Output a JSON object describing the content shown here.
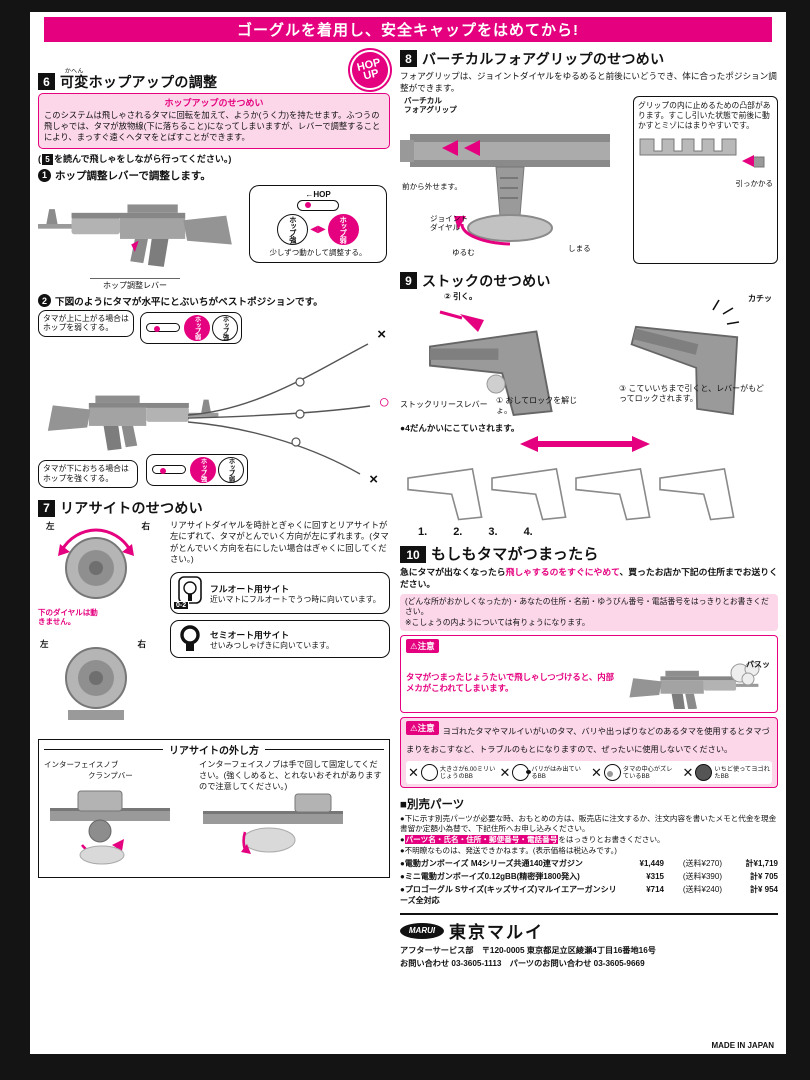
{
  "banner": {
    "text": "ゴーグルを着用し、安全キャップをはめてから!"
  },
  "section6": {
    "num": "6",
    "ruby": "かへん",
    "ruby_base": "可変",
    "title_rest": "ホップアップの調整",
    "badge_top": "HOP",
    "badge_bottom": "UP",
    "info_title": "ホップアップのせつめい",
    "info_text": "このシステムは飛しゃされるタマに回転を加えて、ようか(うく力)を持たせます。ふつうの飛しゃでは、タマが放物線(下に落ちること)になってしまいますが、レバーで調整することにより、まっすぐ遠くへタマをとばすことができます。",
    "note_prefix": "(",
    "note_num": "5",
    "note_suffix": "を読んで飛しゃをしながら行ってください。)",
    "step1_num": "1",
    "step1_text": "ホップ調整レバーで調整します。",
    "lever_label": "ホップ調整レバー",
    "hop_slider_label": "←HOP",
    "hop_strong": "ホップ強",
    "hop_weak": "ホップ弱",
    "adjust_note": "少しずつ動かして調整する。",
    "step2_num": "2",
    "step2_text": "下図のようにタマが水平にとぶいちがベストポジションです。",
    "up_note": "タマが上に上がる場合はホップを弱くする。",
    "down_note": "タマが下におちる場合はホップを強くする。",
    "marks": {
      "top": "×",
      "middle": "○",
      "bottom": "×"
    }
  },
  "section7": {
    "num": "7",
    "title": "リアサイトのせつめい",
    "body": "リアサイトダイヤルを時計とぎゃくに回すとリアサイトが左にずれて、タマがとんでいく方向が左にずれます。(タマがとんでいく方向を右にしたい場合はぎゃくに回してください。)",
    "left1": "左",
    "right1": "右",
    "left2": "左",
    "right2": "右",
    "dial_note": "下のダイヤルは動きません。",
    "full_auto_title": "フルオート用サイト",
    "full_auto_icon": "0-2",
    "full_auto_text": "近いマトにフルオートでうつ時に向いています。",
    "semi_auto_title": "セミオート用サイト",
    "semi_auto_text": "せいみつしゃげきに向いています。",
    "removal_title": "リアサイトの外し方",
    "knob_label": "インターフェイスノブ",
    "clamp_label": "クランプバー",
    "removal_text": "インターフェイスノブは手で回して固定してください。(強くしめると、とれないおそれがありますので注意してください。)"
  },
  "section8": {
    "num": "8",
    "title": "バーチカルフォアグリップのせつめい",
    "body": "フォアグリップは、ジョイントダイヤルをゆるめると前後にいどうでき、体に合ったポジション調整ができます。",
    "grip_label": "バーチカル\nフォアグリップ",
    "front_note": "前から外せます。",
    "joint_label": "ジョイント\nダイヤル",
    "loosen": "ゆるむ",
    "tighten": "しまる",
    "side_note": "グリップの内に止めるための凸部があります。すこし引いた状態で前後に動かすとミゾにはまりやすいです。",
    "hook_label": "引っかかる"
  },
  "section9": {
    "num": "9",
    "title": "ストックのせつめい",
    "step2": "② 引く。",
    "lever_label": "ストックリリースレバー",
    "step1": "① おしてロックを解じょ。",
    "sound": "カチッ",
    "step3": "③ こていいちまで引くと、レバーがもどってロックされます。",
    "note": "●4だんかいにこていされます。",
    "positions": [
      "1.",
      "2.",
      "3.",
      "4."
    ]
  },
  "section10": {
    "num": "10",
    "title": "もしもタマがつまったら",
    "body_pre": "急にタマが出なくなったら",
    "body_em": "飛しゃするのをすぐにやめて",
    "body_post": "、買ったお店か下記の住所までお送りください。",
    "pink_line1": "(どんな所がおかしくなったか)・あなたの住所・名前・ゆうびん番号・電話番号をはっきりとお書きください。",
    "pink_line2": "※こしょうの内ようについては有りょうになります。",
    "caution_label": "⚠注意",
    "caution1_text": "タマがつまったじょうたいで飛しゃしつづけると、内部メカがこわれてしまいます。",
    "sound": "バスッ",
    "caution2_text": "ヨゴれたタマやマルイいがいのタマ、バリや出っぱりなどのあるタマを使用するとタマづまりをおこすなど、トラブルのもとになりますので、ぜったいに使用しないでください。",
    "bb_warnings": [
      {
        "label": "大きさが6.00ミリいじょうのBB"
      },
      {
        "label": "バリがはみ出ているBB"
      },
      {
        "label": "タマの中心がズレているBB"
      },
      {
        "label": "いちど使ってヨゴれたBB"
      }
    ]
  },
  "parts": {
    "header": "■別売パーツ",
    "note1": "●下に示す別売パーツが必要な時、おもとめの方は、販売店に注文するか、注文内容を書いたメモと代金を現金書留か定額小為替で、下記住所へお申し込みください。",
    "note2_pre": "●",
    "note2_em": "パーツ名・氏名・住所・郵便番号・電話番号",
    "note2_post": "をはっきりとお書きください。",
    "note3": "●不明瞭なものは、発送できかねます。(表示価格は税込みです。)",
    "items": [
      {
        "name": "●電動ガンボーイズ M4シリーズ共通140連マガジン",
        "price": "¥1,449",
        "shipping": "(送料¥270)",
        "total": "計¥1,719"
      },
      {
        "name": "●ミニ電動ガンボーイズ0.12gBB(精密弾1800発入)",
        "price": "¥315",
        "shipping": "(送料¥390)",
        "total": "計¥ 705"
      },
      {
        "name": "●プロゴーグル Sサイズ(キッズサイズ)マルイエアーガンシリーズ全対応",
        "price": "¥714",
        "shipping": "(送料¥240)",
        "total": "計¥ 954"
      }
    ]
  },
  "footer": {
    "brand_badge": "MARUI",
    "brand": "東京マルイ",
    "line1": "アフターサービス部　〒120-0005 東京都足立区綾瀬4丁目16番地16号",
    "line2": "お問い合わせ 03-3605-1113　パーツのお問い合わせ 03-3605-9669",
    "made_in": "MADE IN JAPAN"
  }
}
